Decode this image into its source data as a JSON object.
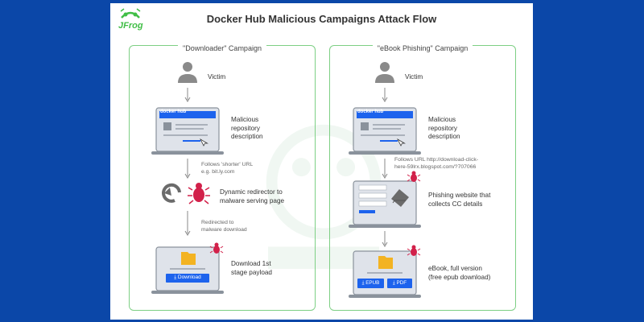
{
  "title": "Docker Hub Malicious Campaigns Attack Flow",
  "logo_text": "JFrog",
  "left": {
    "campaign": "\"Downloader\" Campaign",
    "victim": "Victim",
    "repo_desc": [
      "Malicious",
      "repository",
      "description"
    ],
    "docker_label": "docker hub",
    "follow": [
      "Follows 'shorter' URL",
      "e.g. bit.ly.com"
    ],
    "redirector": [
      "Dynamic redirector to",
      "malware serving page"
    ],
    "redirected": [
      "Redirected to",
      "malware download"
    ],
    "download_btn": "Download",
    "payload": [
      "Download 1st",
      "stage payload"
    ]
  },
  "right": {
    "campaign": "\"eBook Phishing\" Campaign",
    "victim": "Victim",
    "repo_desc": [
      "Malicious",
      "repository",
      "description"
    ],
    "docker_label": "docker hub",
    "follow": [
      "Follows URL http://download-click-",
      "here-59lrx.blogspot.com/?707066"
    ],
    "phishing": [
      "Phishing website that",
      "collects CC details"
    ],
    "epub_btn": "EPUB",
    "pdf_btn": "PDF",
    "ebook": [
      "eBook, full version",
      "(free epub download)"
    ]
  },
  "colors": {
    "bg": "#0b47a8",
    "panel_border": "#7dcf84",
    "docker_blue": "#1d63ed",
    "bug_red": "#d2214a",
    "folder": "#f3b322"
  }
}
